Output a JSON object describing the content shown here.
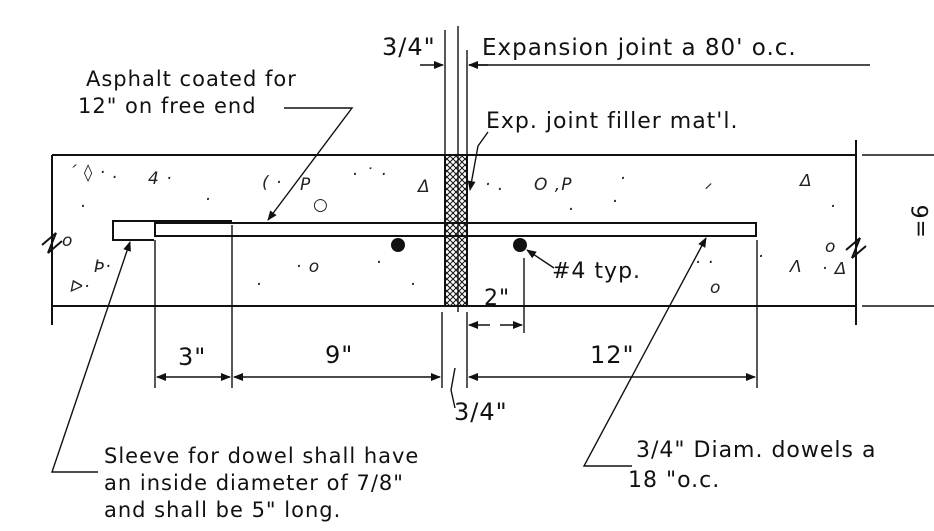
{
  "labels": {
    "top_gap": "3/4\"",
    "expansion_joint": "Expansion joint a 80' o.c.",
    "asphalt_line1": "Asphalt coated for",
    "asphalt_line2": "12\" on free end",
    "filler": "Exp. joint filler mat'l.",
    "bar_size": "#4 typ.",
    "gap_2in": "2\"",
    "side_mark": "=6",
    "dim_3in": "3\"",
    "dim_9in": "9\"",
    "dim_12in": "12\"",
    "dim_gap_bottom": "3/4\"",
    "sleeve_line1": "Sleeve for dowel shall have",
    "sleeve_line2": "an inside diameter of 7/8\"",
    "sleeve_line3": "and shall be 5\" long.",
    "dowel_line1": "3/4\" Diam. dowels  a",
    "dowel_line2": "18 \"o.c."
  }
}
